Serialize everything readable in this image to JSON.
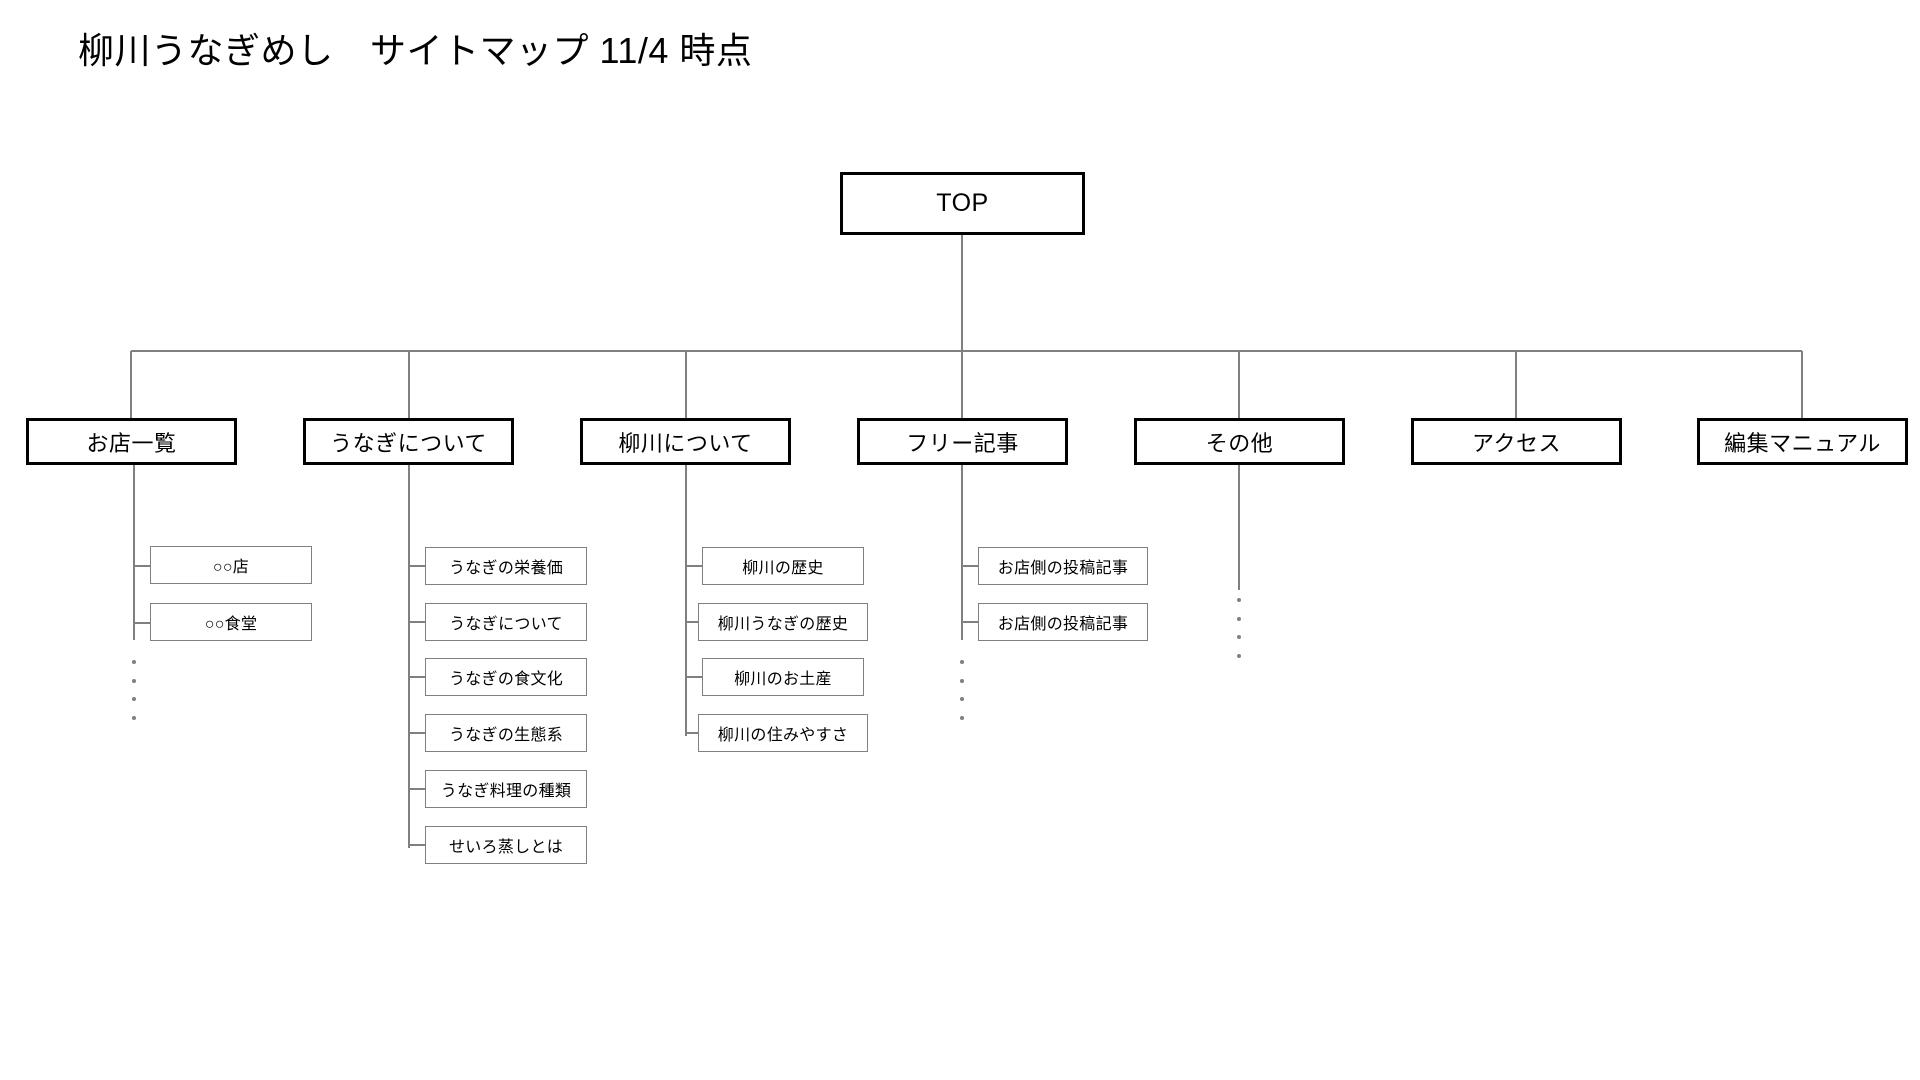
{
  "page": {
    "title": "柳川うなぎめし　サイトマップ 11/4 時点",
    "background_color": "#ffffff",
    "line_color_primary": "#000000",
    "line_color_secondary": "#808080"
  },
  "diagram": {
    "type": "sitemap-tree",
    "root": {
      "label": "TOP"
    },
    "sections": [
      {
        "label": "お店一覧",
        "children": [
          {
            "label": "○○店"
          },
          {
            "label": "○○食堂"
          }
        ],
        "has_ellipsis": true
      },
      {
        "label": "うなぎについて",
        "children": [
          {
            "label": "うなぎの栄養価"
          },
          {
            "label": "うなぎについて"
          },
          {
            "label": "うなぎの食文化"
          },
          {
            "label": "うなぎの生態系"
          },
          {
            "label": "うなぎ料理の種類"
          },
          {
            "label": "せいろ蒸しとは"
          }
        ],
        "has_ellipsis": false
      },
      {
        "label": "柳川について",
        "children": [
          {
            "label": "柳川の歴史"
          },
          {
            "label": "柳川うなぎの歴史"
          },
          {
            "label": "柳川のお土産"
          },
          {
            "label": "柳川の住みやすさ"
          }
        ],
        "has_ellipsis": false
      },
      {
        "label": "フリー記事",
        "children": [
          {
            "label": "お店側の投稿記事"
          },
          {
            "label": "お店側の投稿記事"
          }
        ],
        "has_ellipsis": true
      },
      {
        "label": "その他",
        "children": [],
        "has_ellipsis": true
      },
      {
        "label": "アクセス",
        "children": [],
        "has_ellipsis": false
      },
      {
        "label": "編集マニュアル",
        "children": [],
        "has_ellipsis": false
      }
    ]
  }
}
